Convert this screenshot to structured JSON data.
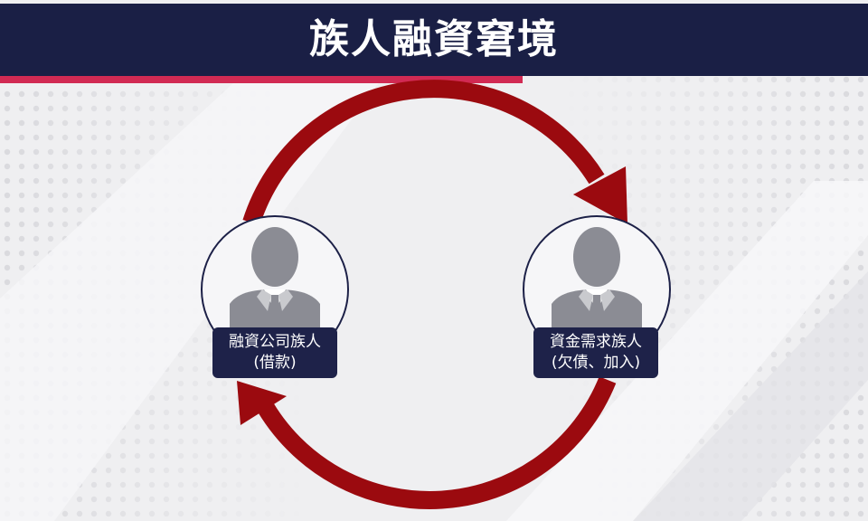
{
  "title": "族人融資窘境",
  "nodes": {
    "lender": {
      "name": "融資公司族人",
      "role": "(借款)",
      "icon": "person-icon"
    },
    "borrower": {
      "name": "資金需求族人",
      "role": "(欠債、加入)",
      "icon": "person-icon"
    }
  },
  "colors": {
    "title_bar": "#1a1f45",
    "title_accent": "#d12a53",
    "cycle_arrow": "#9b0a0f",
    "label_bg": "#1e2249",
    "person_icon": "#8b8c94"
  }
}
